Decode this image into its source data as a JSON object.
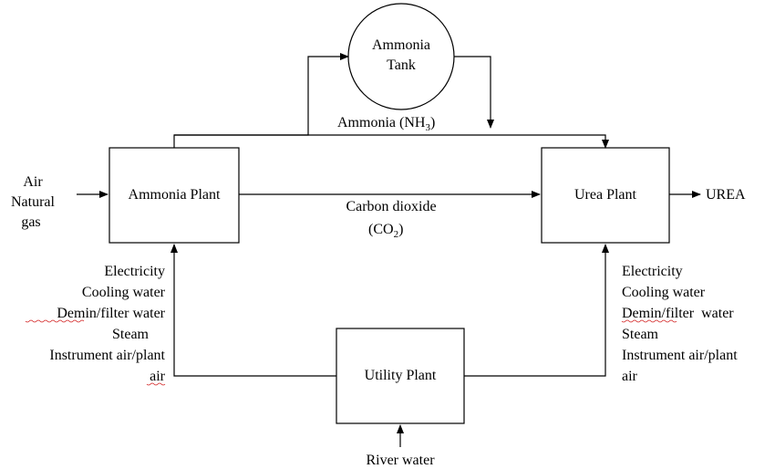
{
  "nodes": {
    "ammonia_tank": {
      "line1": "Ammonia",
      "line2": "Tank"
    },
    "ammonia_plant": {
      "label": "Ammonia Plant"
    },
    "urea_plant": {
      "label": "Urea Plant"
    },
    "utility_plant": {
      "label": "Utility Plant"
    }
  },
  "inputs": {
    "air": "Air",
    "natural_gas_line1": "Natural",
    "natural_gas_line2": "gas",
    "river_water": "River water"
  },
  "output": {
    "urea": "UREA"
  },
  "streams": {
    "ammonia": {
      "text": "Ammonia (NH",
      "sub": "3",
      "end": ")"
    },
    "co2_line1": "Carbon dioxide",
    "co2_line2": {
      "text": "(CO",
      "sub": "2",
      "end": ")"
    }
  },
  "utilities_left": [
    "Electricity",
    "Cooling water",
    "Demin/filter water",
    "Steam",
    "Instrument air/plant",
    "air"
  ],
  "utilities_right": [
    "Electricity",
    "Cooling water",
    "Demin/filter  water",
    "Steam",
    "Instrument air/plant",
    "air"
  ]
}
